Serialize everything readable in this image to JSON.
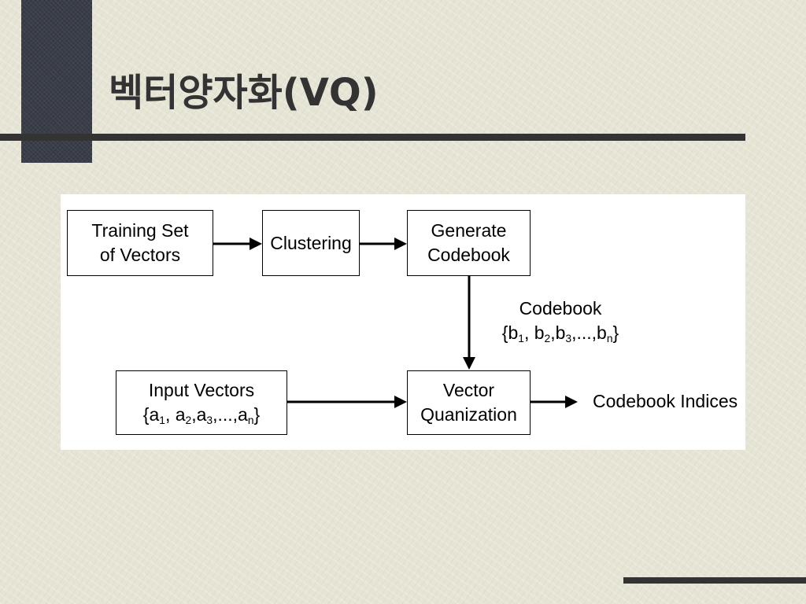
{
  "slide": {
    "title": "벡터양자화(VQ)"
  },
  "diagram": {
    "nodes": {
      "training_set": {
        "lines": [
          "Training Set",
          "of Vectors"
        ]
      },
      "clustering": {
        "lines": [
          "Clustering"
        ]
      },
      "generate_codebook": {
        "lines": [
          "Generate",
          "Codebook"
        ]
      },
      "input_vectors": {
        "line1": "Input Vectors",
        "set": {
          "open": "{",
          "symbol": "a",
          "sub1": "1",
          "sep1": ", ",
          "sub2": "2",
          "sep2": ",",
          "sub3": "3",
          "ellipsis": ",...,",
          "subn": "n",
          "close": "}"
        }
      },
      "vector_quantization": {
        "lines": [
          "Vector",
          "Quanization"
        ]
      }
    },
    "labels": {
      "codebook": {
        "line1": "Codebook",
        "set": {
          "open": "{",
          "symbol": "b",
          "sub1": "1",
          "sep1": ", ",
          "sub2": "2",
          "sep2": ",",
          "sub3": "3",
          "ellipsis": ",...,",
          "subn": "n",
          "close": "}"
        }
      },
      "codebook_indices": "Codebook Indices"
    }
  }
}
